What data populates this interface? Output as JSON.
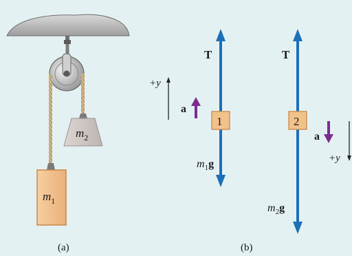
{
  "panel_a": {
    "caption": "(a)",
    "mass1_label": {
      "sym": "m",
      "sub": "1"
    },
    "mass2_label": {
      "sym": "m",
      "sub": "2"
    }
  },
  "panel_b": {
    "caption": "(b)",
    "body1": {
      "box_label": "1",
      "tension_label": "T",
      "weight_label": {
        "sym": "m",
        "sub": "1",
        "vec": "g"
      },
      "accel_label": "a",
      "axis_label": "+y",
      "accel_direction": "up",
      "axis_direction": "up"
    },
    "body2": {
      "box_label": "2",
      "tension_label": "T",
      "weight_label": {
        "sym": "m",
        "sub": "2",
        "vec": "g"
      },
      "accel_label": "a",
      "axis_label": "+y",
      "accel_direction": "down",
      "axis_direction": "down"
    }
  },
  "colors": {
    "background": "#e4f1f3",
    "force_arrow": "#1d6fb8",
    "accel_arrow": "#7b2d8e",
    "mass_box": "#f2c28b",
    "mass_box_edge": "#c9874a",
    "hanging_weight": "#cdc6c3",
    "ceiling": "#b9b9b9",
    "rope": "#c9a97a"
  }
}
